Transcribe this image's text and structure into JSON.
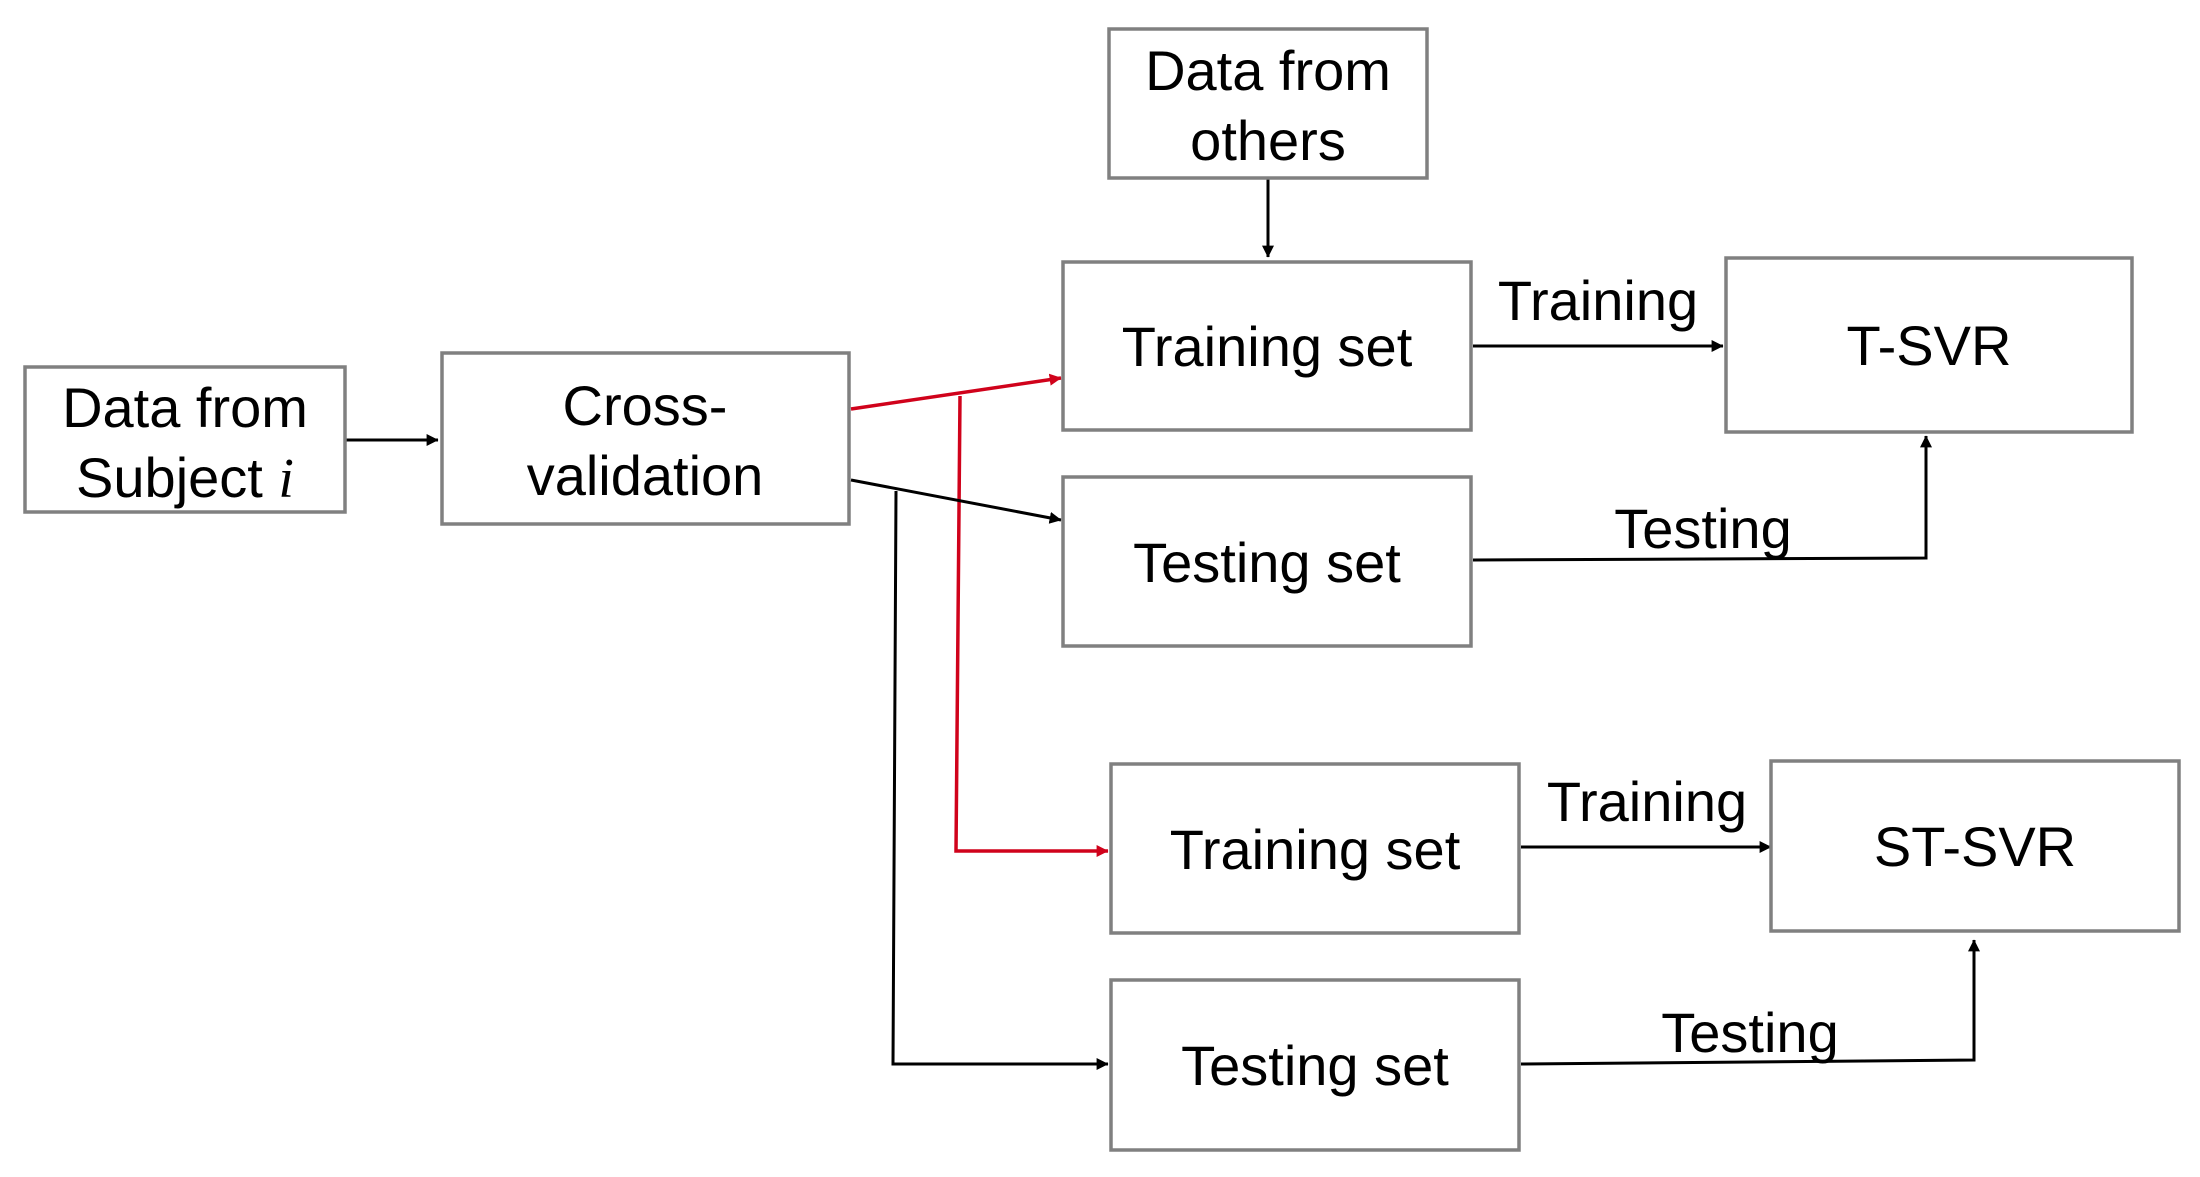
{
  "nodes": {
    "subject_data": {
      "line1": "Data from",
      "line2": "Subject ",
      "variable": "i"
    },
    "cross_validation": {
      "line1": "Cross-",
      "line2": "validation"
    },
    "others_data": {
      "line1": "Data",
      "line2": "from",
      "line3": "others"
    },
    "training_set_t": {
      "label": "Training set"
    },
    "testing_set_t": {
      "label": "Testing set"
    },
    "t_svr": {
      "label": "T-SVR"
    },
    "training_set_st": {
      "label": "Training set"
    },
    "testing_set_st": {
      "label": "Testing set"
    },
    "st_svr": {
      "label": "ST-SVR"
    }
  },
  "edge_labels": {
    "training_t": "Training",
    "testing_t": "Testing",
    "training_st": "Training",
    "testing_st": "Testing"
  },
  "colors": {
    "box_border": "#808080",
    "black_arrow": "#000000",
    "red_arrow": "#d0021b"
  }
}
